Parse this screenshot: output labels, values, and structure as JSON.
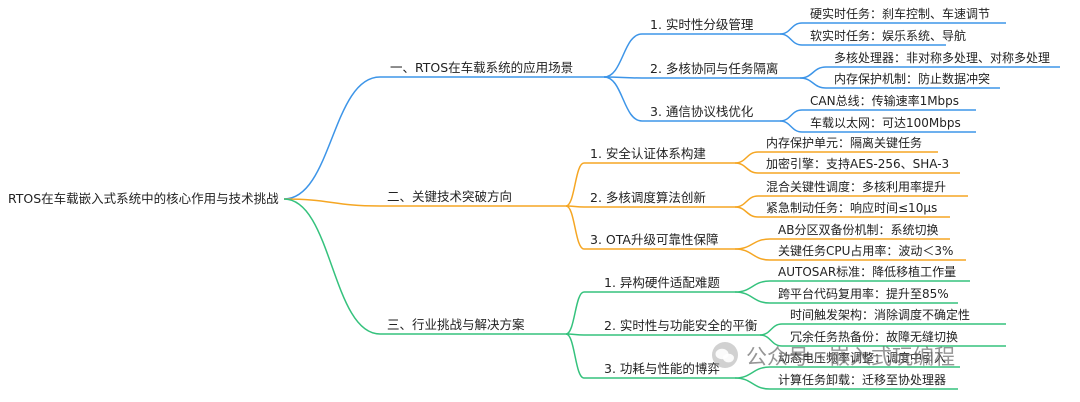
{
  "root": {
    "label": "RTOS在车载嵌入式系统中的核心作用与技术挑战"
  },
  "colors": {
    "branch1": "#3d95e8",
    "branch2": "#f5a623",
    "branch3": "#35c27d"
  },
  "branches": [
    {
      "label": "一、RTOS在车载系统的应用场景",
      "topics": [
        {
          "label": "1. 实时性分级管理",
          "items": [
            "硬实时任务：刹车控制、车速调节",
            "软实时任务：娱乐系统、导航"
          ]
        },
        {
          "label": "2. 多核协同与任务隔离",
          "items": [
            "多核处理器：非对称多处理、对称多处理",
            "内存保护机制：防止数据冲突"
          ]
        },
        {
          "label": "3. 通信协议栈优化",
          "items": [
            "CAN总线：传输速率1Mbps",
            "车载以太网：可达100Mbps"
          ]
        }
      ]
    },
    {
      "label": "二、关键技术突破方向",
      "topics": [
        {
          "label": "1. 安全认证体系构建",
          "items": [
            "内存保护单元：隔离关键任务",
            "加密引擎：支持AES-256、SHA-3"
          ]
        },
        {
          "label": "2. 多核调度算法创新",
          "items": [
            "混合关键性调度：多核利用率提升",
            "紧急制动任务：响应时间≤10μs"
          ]
        },
        {
          "label": "3. OTA升级可靠性保障",
          "items": [
            "AB分区双备份机制：系统切换",
            "关键任务CPU占用率：波动＜3%"
          ]
        }
      ]
    },
    {
      "label": "三、行业挑战与解决方案",
      "topics": [
        {
          "label": "1. 异构硬件适配难题",
          "items": [
            "AUTOSAR标准：降低移植工作量",
            "跨平台代码复用率：提升至85%"
          ]
        },
        {
          "label": "2. 实时性与功能安全的平衡",
          "items": [
            "时间触发架构：消除调度不确定性",
            "冗余任务热备份：故障无缝切换"
          ]
        },
        {
          "label": "3. 功耗与性能的博弈",
          "items": [
            "动态电压频率调整：调度中引入",
            "计算任务卸载：迁移至协处理器"
          ]
        }
      ]
    }
  ],
  "watermark": {
    "icon": "wechat-icon",
    "text": "公众号 · 嵌入式玩编程"
  }
}
